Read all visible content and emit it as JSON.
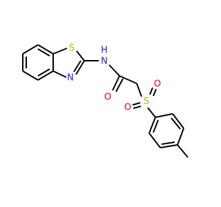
{
  "colors": {
    "carbon": "#000000",
    "sulfur": "#b8b800",
    "nitrogen": "#2222ee",
    "oxygen": "#ee0000",
    "background": "#ffffff"
  },
  "atoms": {
    "thiazole_s": "S",
    "thiazole_n": "N",
    "amide_n": "N",
    "amide_h": "H",
    "carbonyl_o": "O",
    "sulfonyl_s": "S",
    "sulfonyl_o1": "O",
    "sulfonyl_o2": "O"
  }
}
